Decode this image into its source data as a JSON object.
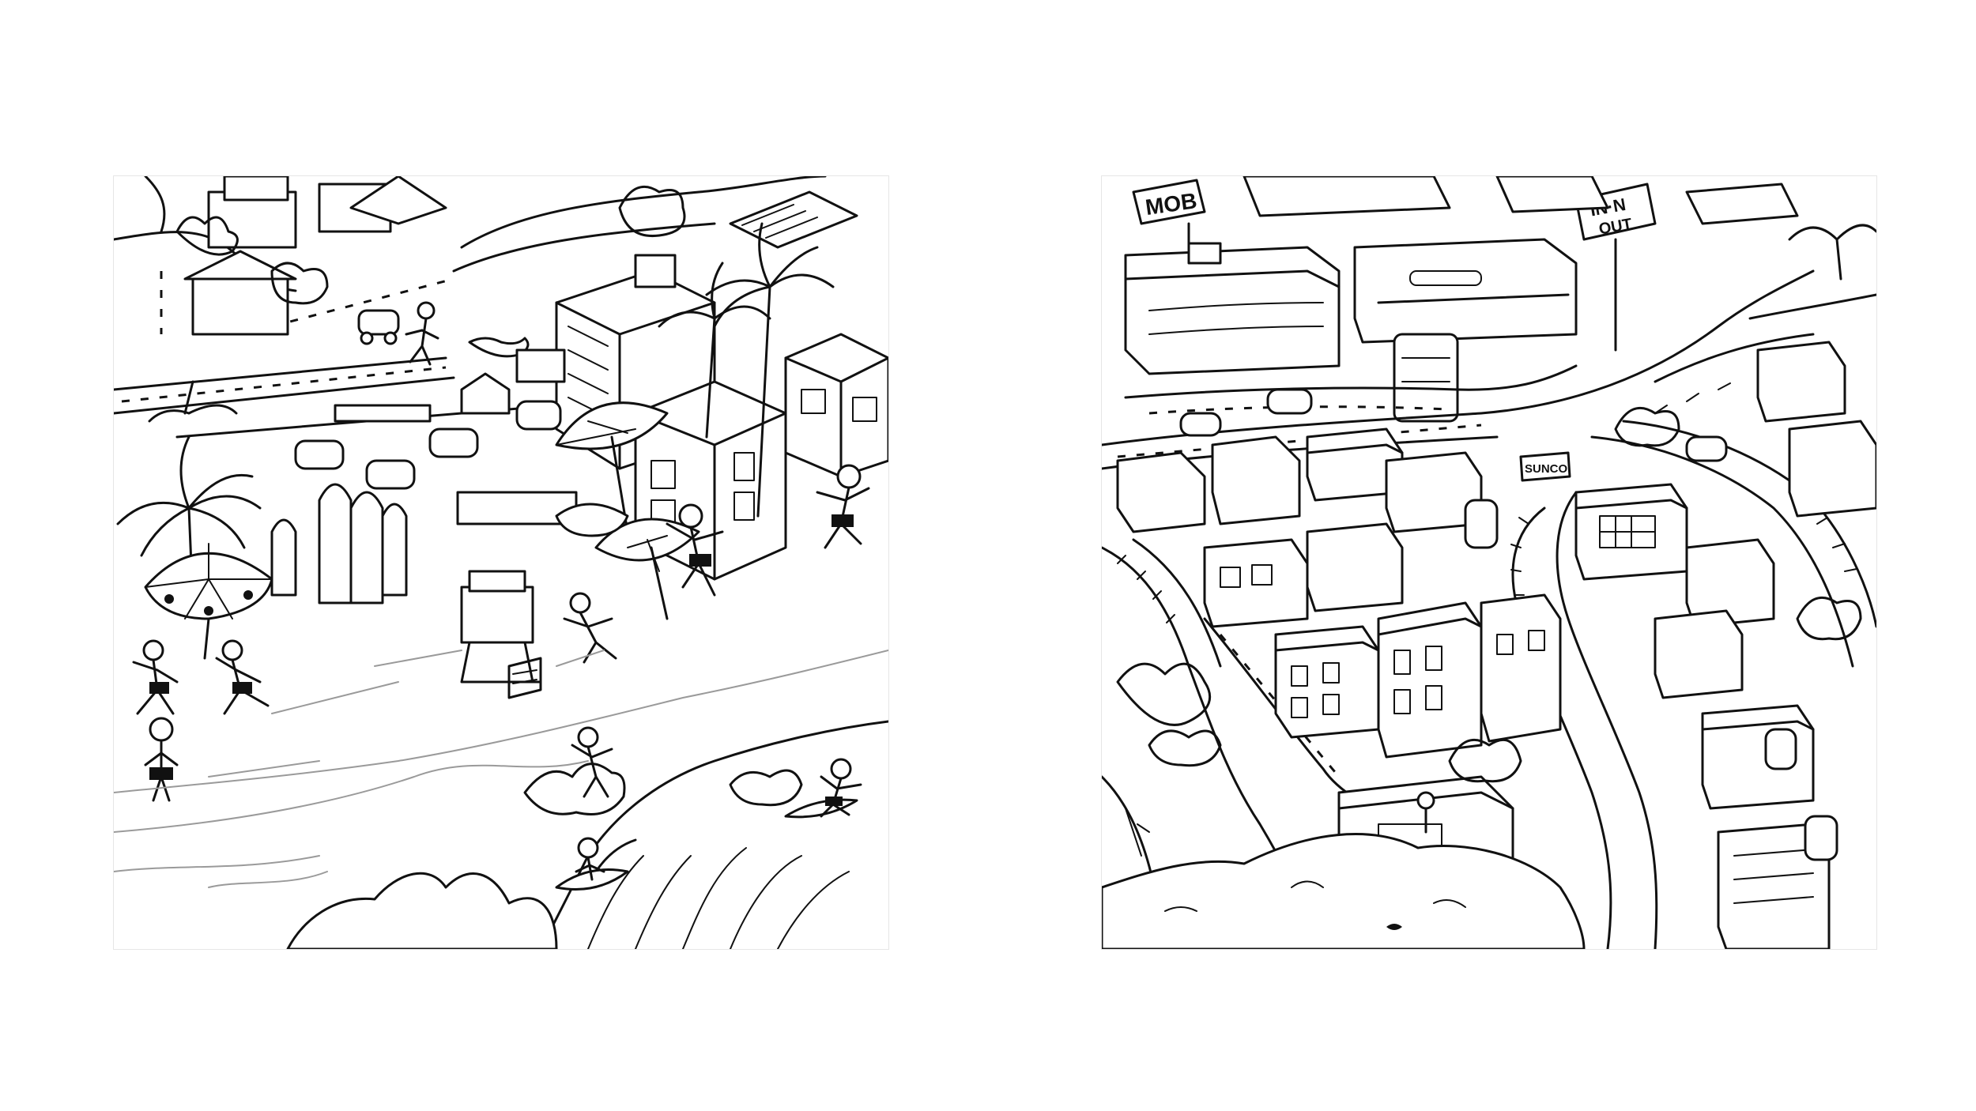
{
  "panels": [
    {
      "scene": "beach"
    },
    {
      "scene": "town"
    }
  ],
  "signs": {
    "mob": "MOB",
    "in_n": "IN·N",
    "out": "OUT",
    "sunco": "SUNCO"
  },
  "colors": {
    "background": "#ffffff",
    "ink": "#111111",
    "faint_line": "#9a9a9a",
    "panel_border": "#e6e6e6"
  }
}
